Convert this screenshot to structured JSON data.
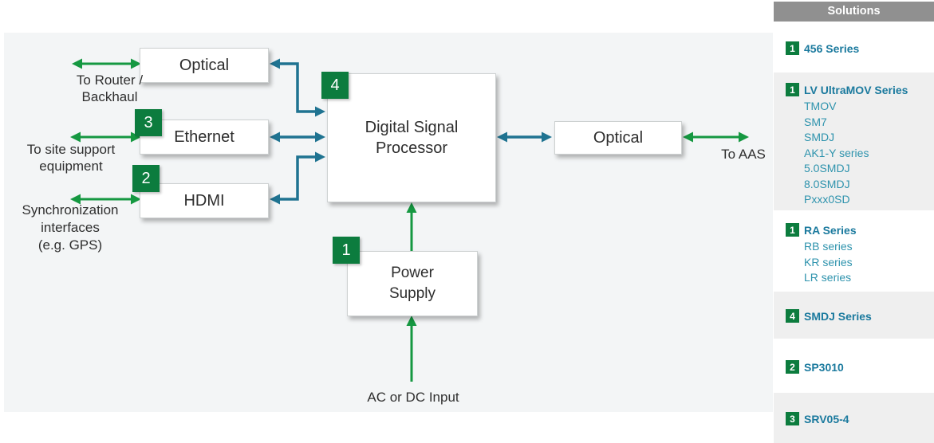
{
  "sidebar": {
    "title": "Solutions",
    "sections": [
      {
        "badge": "1",
        "label": "456 Series",
        "items": []
      },
      {
        "badge": "1",
        "label": "LV UltraMOV Series",
        "items": [
          "TMOV",
          "SM7",
          "SMDJ",
          "AK1-Y series",
          "5.0SMDJ",
          "8.0SMDJ",
          "Pxxx0SD"
        ]
      },
      {
        "badge": "1",
        "label": "RA Series",
        "items": [
          "RB series",
          "KR series",
          "LR series"
        ]
      },
      {
        "badge": "4",
        "label": "SMDJ Series",
        "items": []
      },
      {
        "badge": "2",
        "label": "SP3010",
        "items": []
      },
      {
        "badge": "3",
        "label": "SRV05-4",
        "items": []
      }
    ]
  },
  "diagram": {
    "blocks": {
      "optical_left": "Optical",
      "ethernet": "Ethernet",
      "hdmi": "HDMI",
      "dsp_line1": "Digital Signal",
      "dsp_line2": "Processor",
      "power_line1": "Power",
      "power_line2": "Supply",
      "optical_right": "Optical"
    },
    "badges": {
      "dsp": "4",
      "ethernet": "3",
      "hdmi": "2",
      "power": "1"
    },
    "labels": {
      "router": "To Router /\nBackhaul",
      "site_support": "To site support\nequipment",
      "sync": "Synchronization\ninterfaces\n(e.g. GPS)",
      "ac_dc": "AC or DC Input",
      "aas": "To AAS"
    }
  },
  "colors": {
    "arrow_green": "#159841",
    "badge_green": "#0c7c3e",
    "arrow_teal": "#1f7391",
    "link_teal": "#1b7a9e",
    "sublink_teal": "#2e93ad",
    "header_gray": "#909090",
    "section_gray": "#efefef",
    "panel_bg": "#f3f5f6"
  }
}
